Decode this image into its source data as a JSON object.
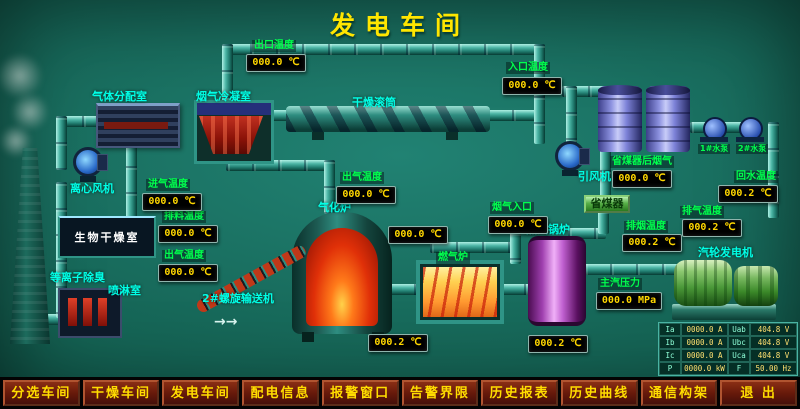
{
  "title": "发电车间",
  "colors": {
    "background": "#156455",
    "label_green": "#00ff4d",
    "label_cyan": "#00ffe6",
    "display_text": "#ffd700",
    "pipe": "#49b3a3",
    "alarm_red": "#c03018",
    "menu_text": "#ffdd00"
  },
  "equipment_labels": {
    "gas_distribution_room": "气体分配室",
    "flue_gas_condenser": "烟气冷凝室",
    "drying_drum": "干燥滚筒",
    "centrifugal_fan": "离心风机",
    "bio_drying_room": "生物干燥室",
    "plasma_deodorizer": "等离子除臭",
    "spray_room": "喷淋室",
    "gasifier": "气化炉",
    "screw_conveyor": "2#螺旋输送机",
    "gas_furnace": "燃气炉",
    "steam_boiler": "蒸汽锅炉",
    "economizer": "省煤器",
    "induced_draft_fan": "引风机",
    "turbine_generator": "汽轮发电机",
    "pump_1": "1#水泵",
    "pump_2": "2#水泵"
  },
  "readings": {
    "outlet_temp": {
      "label": "出口温度",
      "value": "000.0 ℃"
    },
    "inlet_temp": {
      "label": "入口温度",
      "value": "000.0 ℃"
    },
    "intake_temp": {
      "label": "进气温度",
      "value": "000.0 ℃"
    },
    "discharge_temp": {
      "label": "排料温度",
      "value": "000.0 ℃"
    },
    "dryer_outlet_temp": {
      "label": "出气温度",
      "value": "000.0 ℃"
    },
    "gasifier_outlet_temp": {
      "label": "出气温度",
      "value": "000.0 ℃"
    },
    "raw_gas_temp": {
      "value": "000.0 ℃"
    },
    "flue_gas_inlet": {
      "label": "烟气入口",
      "value": "000.0 ℃"
    },
    "furnace_temp": {
      "value": "000.2 ℃"
    },
    "boiler_temp": {
      "value": "000.2 ℃"
    },
    "post_economizer_gas": {
      "label": "省煤器后烟气",
      "value": "000.0 ℃"
    },
    "smoke_exhaust_temp": {
      "label": "排烟温度",
      "value": "000.2 ℃"
    },
    "exhaust_temp": {
      "label": "排气温度",
      "value": "000.2 ℃"
    },
    "return_water_temp": {
      "label": "回水温度",
      "value": "000.2 ℃"
    },
    "main_steam_pressure": {
      "label": "主汽压力",
      "value": "000.0 MPa"
    }
  },
  "conveyor_arrows": "→→",
  "generator_panel": {
    "rows": [
      [
        "Ia",
        "0000.0 A",
        "Uab",
        "404.8 V"
      ],
      [
        "Ib",
        "0000.0 A",
        "Ubc",
        "404.8 V"
      ],
      [
        "Ic",
        "0000.0 A",
        "Uca",
        "404.8 V"
      ],
      [
        "P",
        "0000.0 kW",
        "F",
        "50.00 Hz"
      ]
    ]
  },
  "menu": {
    "items": [
      "分选车间",
      "干燥车间",
      "发电车间",
      "配电信息",
      "报警窗口",
      "告警界限",
      "历史报表",
      "历史曲线",
      "通信构架",
      "退 出"
    ]
  }
}
